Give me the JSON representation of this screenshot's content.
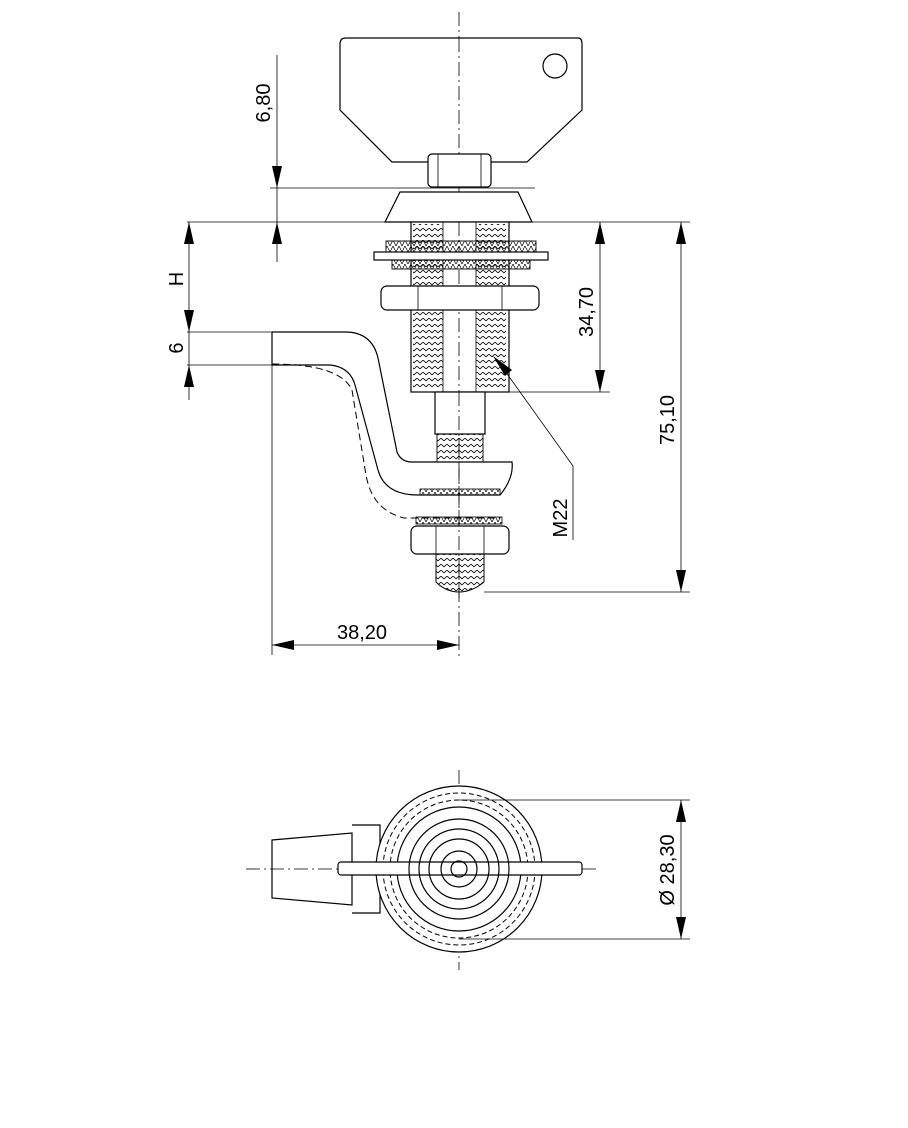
{
  "dimensions": {
    "key_height": "6,80",
    "h_label": "H",
    "plate_thickness": "6",
    "thread_length": "34,70",
    "overall_length": "75,10",
    "thread_spec": "M22",
    "cam_offset": "38,20",
    "diameter": "Ø 28,30"
  }
}
